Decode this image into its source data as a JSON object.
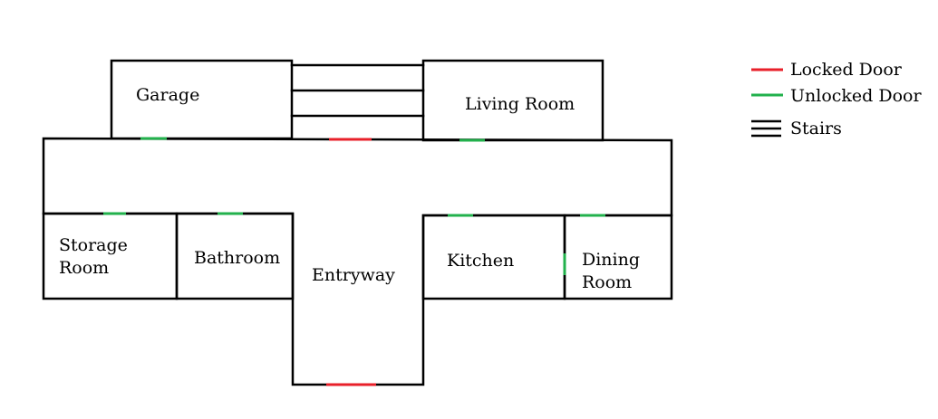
{
  "rooms": {
    "garage": "Garage",
    "living_room": "Living Room",
    "storage_room": [
      "Storage",
      "Room"
    ],
    "bathroom": "Bathroom",
    "entryway": "Entryway",
    "kitchen": "Kitchen",
    "dining_room": [
      "Dining",
      "Room"
    ]
  },
  "legend": {
    "locked": "Locked Door",
    "unlocked": "Unlocked Door",
    "stairs": "Stairs"
  },
  "colors": {
    "locked_door": "#e8202a",
    "unlocked_door": "#22b14c",
    "wall": "#000000"
  }
}
